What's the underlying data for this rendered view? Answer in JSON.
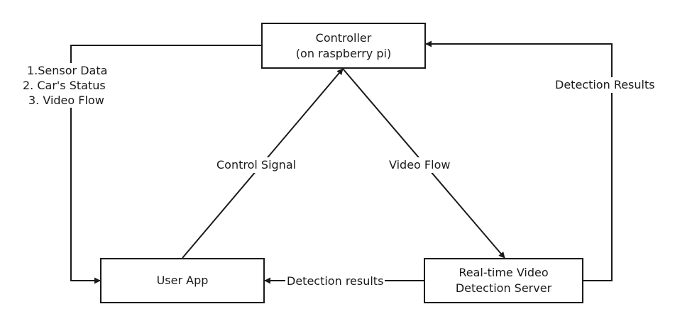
{
  "nodes": {
    "controller": {
      "line1": "Controller",
      "line2": "(on raspberry pi)"
    },
    "user_app": {
      "label": "User App"
    },
    "server": {
      "line1": "Real-time Video",
      "line2": "Detection Server"
    }
  },
  "edges": {
    "sensor_list": [
      "1.Sensor Data",
      "2. Car's Status",
      "3. Video Flow"
    ],
    "control_signal": "Control Signal",
    "video_flow": "Video Flow",
    "detection_results_right": "Detection Results",
    "detection_results_bottom": "Detection results"
  }
}
